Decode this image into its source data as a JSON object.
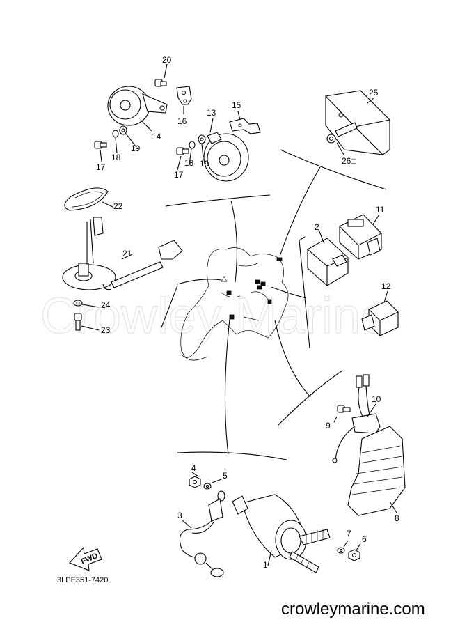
{
  "diagram": {
    "watermark": "Crowley Marine",
    "drawing_code": "3LPE351-7420",
    "footer_site": "crowleymarine.com",
    "fwd_label": "FWD",
    "callouts": [
      "1",
      "2",
      "3",
      "4",
      "5",
      "6",
      "7",
      "8",
      "9",
      "10",
      "11",
      "12",
      "13",
      "14",
      "15",
      "16",
      "17",
      "17",
      "18",
      "18",
      "19",
      "19",
      "20",
      "21",
      "22",
      "23",
      "24",
      "25",
      "26"
    ],
    "marker_suffix": "□"
  }
}
